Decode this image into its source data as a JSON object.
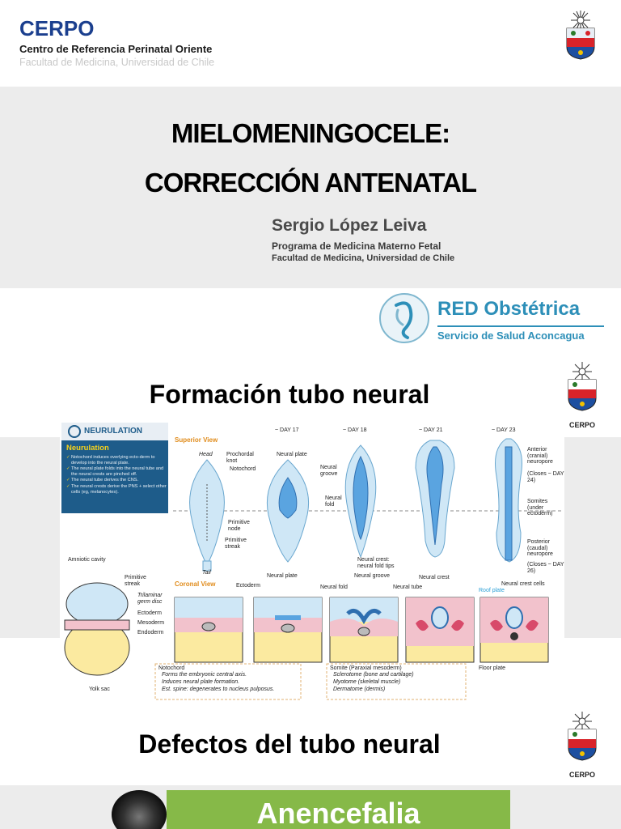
{
  "header": {
    "brand": "CERPO",
    "center_name": "Centro de Referencia Perinatal Oriente",
    "faculty": "Facultad de Medicina, Universidad de Chile"
  },
  "title_slide": {
    "title_line1": "MIELOMENINGOCELE:",
    "title_line2": "CORRECCIÓN ANTENATAL",
    "author": "Sergio López Leiva",
    "program": "Programa de Medicina Materno Fetal",
    "faculty": "Facultad de Medicina, Universidad de Chile"
  },
  "red_obstetrica": {
    "title": "RED Obstétrica",
    "subtitle": "Servicio de Salud Aconcagua"
  },
  "slide2": {
    "title": "Formación tubo neural",
    "crest_caption": "CERPO"
  },
  "neurulation": {
    "header": "NEURULATION",
    "subheader": "Neurulation",
    "bullets": [
      "Notochord induces overlying ecto-derm to develop into the neural plate.",
      "The neural plate folds into the neural tube and the neural crests are pinched off.",
      "The neural tube derives the CNS.",
      "The neural crests derive the PNS + select other cells (eg, melanocytes)."
    ],
    "superior_view": "Superior View",
    "coronal_view": "Coronal View",
    "labels": {
      "day17": "~ DAY 17",
      "day18": "~ DAY 18",
      "day21": "~ DAY 21",
      "day23": "~ DAY 23",
      "head": "Head",
      "tail": "Tail",
      "prochordal_knot": "Prochordal knot",
      "notochord": "Notochord",
      "primitive_node": "Primitive node",
      "primitive_streak": "Primitive streak",
      "neural_plate": "Neural plate",
      "neural_groove": "Neural groove",
      "neural_fold": "Neural fold",
      "anterior_neuropore": "Anterior (cranial) neuropore",
      "closes24": "(Closes ~ DAY 24)",
      "somites_under": "Somites (under ectoderm)",
      "posterior_neuropore": "Posterior (caudal) neuropore",
      "closes26": "(Closes ~ DAY 26)",
      "amniotic_cavity": "Amniotic cavity",
      "primitive_streak2": "Primitive streak",
      "trilaminar": "Trilaminar germ disc",
      "ectoderm": "Ectoderm",
      "mesoderm": "Mesoderm",
      "endoderm": "Endoderm",
      "yolk_sac": "Yolk sac",
      "ectoderm2": "Ectoderm",
      "neural_plate2": "Neural plate",
      "neural_fold2": "Neural fold",
      "neural_groove2": "Neural groove",
      "neural_crest_tips": "Neural crest: neural fold tips",
      "neural_tube": "Neural tube",
      "neural_crest": "Neural crest",
      "neural_crest_cells": "Neural crest cells",
      "roof_plate": "Roof plate",
      "floor_plate": "Floor plate"
    },
    "notochord_notes": {
      "title": "Notochord",
      "items": [
        "Forms the embryonic central axis.",
        "Induces neural plate formation.",
        "Est. spine: degenerates to nucleus pulposus."
      ]
    },
    "somite_notes": {
      "title": "Somite (Paraxial mesoderm)",
      "items": [
        "Sclerotome (bone and cartilage)",
        "Myotome (skeletal muscle)",
        "Dermatome (dermis)"
      ]
    }
  },
  "slide3": {
    "title": "Defectos del tubo neural",
    "crest_caption": "CERPO",
    "section": "Anencefalia"
  },
  "colors": {
    "brand_blue": "#1b3f8e",
    "red_obstetrica": "#2d8fb8",
    "anencefalia_green": "#86b948",
    "band_gray": "#ececec"
  }
}
